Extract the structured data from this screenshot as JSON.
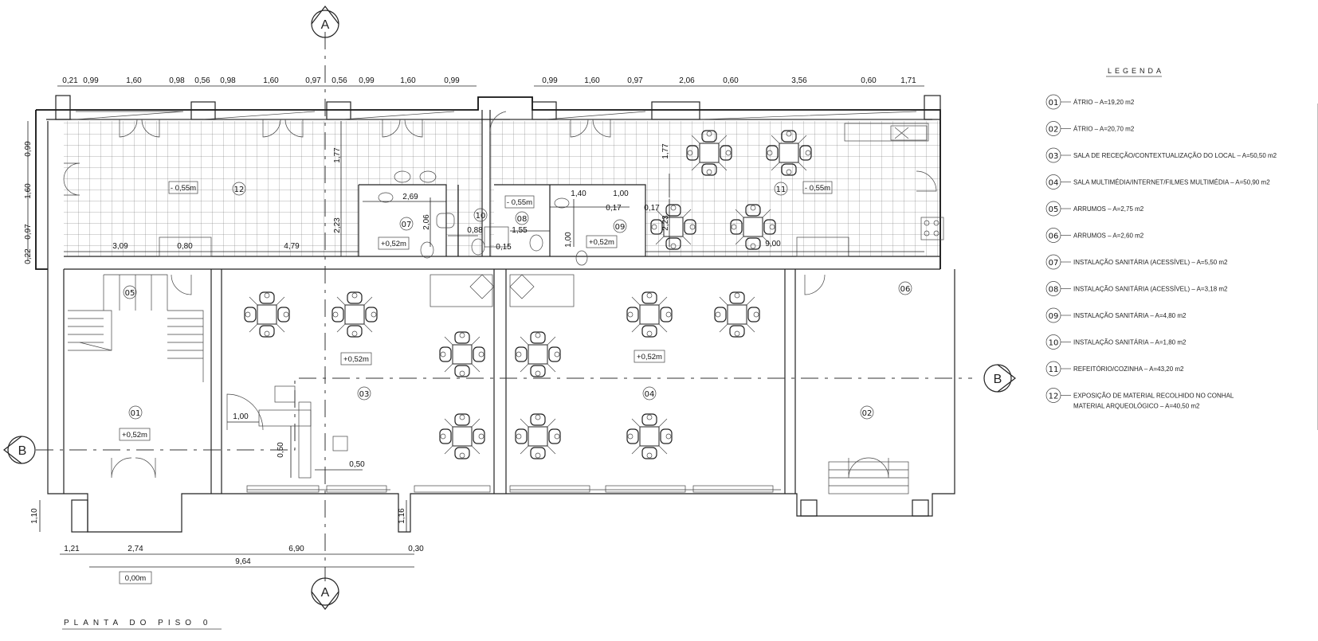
{
  "drawing_title": "PLANTA DO PISO 0",
  "legend_title": "LEGENDA",
  "legend": [
    {
      "num": "01",
      "text": "ÁTRIO  –  A=19,20 m2"
    },
    {
      "num": "02",
      "text": "ÁTRIO  –  A=20,70 m2"
    },
    {
      "num": "03",
      "text": "SALA DE RECEÇÃO/CONTEXTUALIZAÇÃO DO LOCAL  –  A=50,50 m2"
    },
    {
      "num": "04",
      "text": "SALA MULTIMÉDIA/INTERNET/FILMES MULTIMÉDIA  –  A=50,90 m2"
    },
    {
      "num": "05",
      "text": "ARRUMOS  –  A=2,75 m2"
    },
    {
      "num": "06",
      "text": "ARRUMOS  –  A=2,60 m2"
    },
    {
      "num": "07",
      "text": "INSTALAÇÃO SANITÁRIA (ACESSÍVEL)  –  A=5,50 m2"
    },
    {
      "num": "08",
      "text": "INSTALAÇÃO SANITÁRIA (ACESSÍVEL)  –  A=3,18 m2"
    },
    {
      "num": "09",
      "text": "INSTALAÇÃO SANITÁRIA  –  A=4,80 m2"
    },
    {
      "num": "10",
      "text": "INSTALAÇÃO SANITÁRIA  –  A=1,80 m2"
    },
    {
      "num": "11",
      "text": "REFEITÓRIO/COZINHA  –  A=43,20 m2"
    },
    {
      "num": "12",
      "text": "EXPOSIÇÃO DE MATERIAL RECOLHIDO NO CONHAL",
      "text2": "MATERIAL ARQUEOLÓGICO  –  A=40,50 m2"
    }
  ],
  "section_marks": {
    "a": "A",
    "b": "B"
  },
  "room_numbers": [
    "01",
    "02",
    "03",
    "04",
    "05",
    "06",
    "07",
    "08",
    "09",
    "10",
    "11",
    "12"
  ],
  "levels": {
    "l12": "- 0,55m",
    "l11": "- 0,55m",
    "l08": "- 0,55m",
    "l07": "+0,52m",
    "l09": "+0,52m",
    "l03": "+0,52m",
    "l04": "+0,52m",
    "l01": "+0,52m",
    "l00": "0,00m"
  },
  "dims_top": [
    "0,21",
    "0,99",
    "1,60",
    "0,98",
    "0,56",
    "0,98",
    "1,60",
    "0,97",
    "0,56",
    "0,99",
    "1,60",
    "0,99",
    "0,99",
    "1,60",
    "0,97",
    "2,06",
    "0,60",
    "3,56",
    "0,60",
    "1,71"
  ],
  "dims_left": [
    "0,99",
    "1,60",
    "0,97",
    "0,22"
  ],
  "dims_bottom": [
    "1,21",
    "2,74",
    "6,90",
    "0,30",
    "9,64"
  ],
  "dims_inner": {
    "a": "3,09",
    "b": "0,80",
    "c": "4,79",
    "d": "1,77",
    "e": "2,23",
    "f": "2,69",
    "g": "2,06",
    "h": "0,88",
    "i": "1,55",
    "j": "0,15",
    "k": "1,40",
    "l": "1,00",
    "m": "0,17",
    "n": "1,00",
    "o": "0,17",
    "p": "2,23",
    "q": "9,00",
    "r": "1,77",
    "s": "1,00",
    "t": "0,50",
    "u": "0,50",
    "v": "1,10",
    "w": "1,16"
  }
}
